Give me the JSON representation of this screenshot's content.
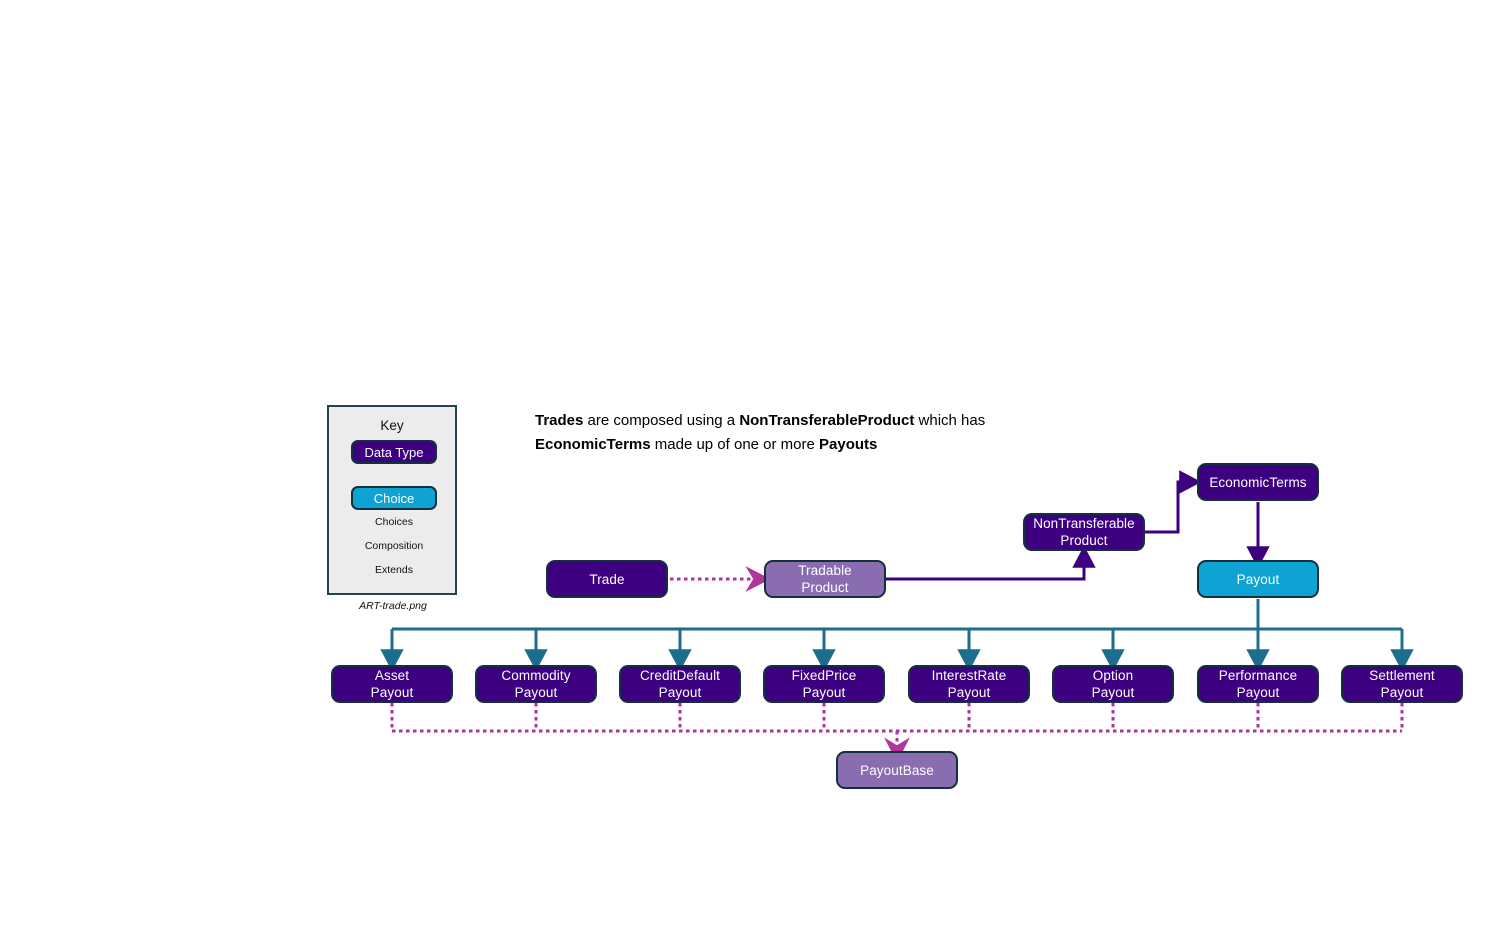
{
  "diagram": {
    "caption": "ART-trade.png",
    "headline": {
      "seg1": "Trades",
      "seg2": " are composed using a ",
      "seg3": "NonTransferableProduct",
      "seg4": " which has ",
      "seg5": "EconomicTerms",
      "seg6": " made up of one or more ",
      "seg7": "Payouts"
    },
    "key": {
      "title": "Key",
      "datatype_label": "Data Type",
      "choice_label": "Choice",
      "legend": {
        "choices": "Choices",
        "composition": "Composition",
        "extends": "Extends"
      }
    },
    "colors": {
      "datatype": "#3c0080",
      "choice": "#0fa3d4",
      "base": "#8a6cb0",
      "node_border": "#14303c",
      "choices_arrow": "#1d6e8e",
      "composition_arrow": "#3c0080",
      "extends_arrow": "#b0359b",
      "key_background": "#ececec",
      "key_border": "#1d4452",
      "page_background": "#ffffff"
    },
    "nodes": {
      "trade": "Trade",
      "tradable_product": "Tradable\nProduct",
      "non_transferable_product": "NonTransferable\nProduct",
      "economic_terms": "EconomicTerms",
      "payout": "Payout",
      "payout_base": "PayoutBase"
    },
    "payouts": [
      {
        "label": "Asset\nPayout"
      },
      {
        "label": "Commodity\nPayout"
      },
      {
        "label": "CreditDefault\nPayout"
      },
      {
        "label": "FixedPrice\nPayout"
      },
      {
        "label": "InterestRate\nPayout"
      },
      {
        "label": "Option\nPayout"
      },
      {
        "label": "Performance\nPayout"
      },
      {
        "label": "Settlement\nPayout"
      }
    ]
  }
}
